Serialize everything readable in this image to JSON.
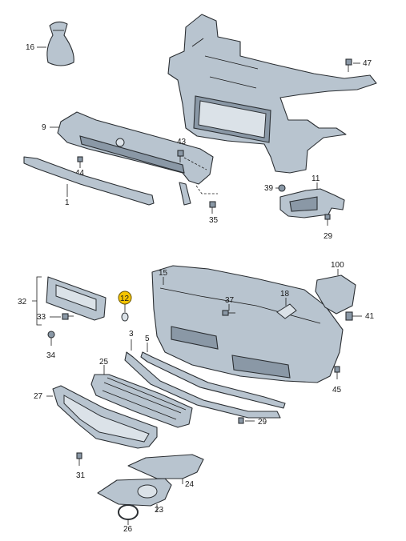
{
  "labels": {
    "p1": "1",
    "p3": "3",
    "p5": "5",
    "p9": "9",
    "p11": "11",
    "p12": "12",
    "p15": "15",
    "p16": "16",
    "p18": "18",
    "p23": "23",
    "p24": "24",
    "p25": "25",
    "p26": "26",
    "p27": "27",
    "p29a": "29",
    "p29b": "29",
    "p31": "31",
    "p32": "32",
    "p33": "33",
    "p34": "34",
    "p35": "35",
    "p37": "37",
    "p39": "39",
    "p41": "41",
    "p43": "43",
    "p44": "44",
    "p45": "45",
    "p47": "47",
    "p100": "100"
  },
  "colors": {
    "highlight": "#f5c400",
    "part_fill": "#b8c4cf",
    "outline": "#2b2f33"
  },
  "highlighted_part": "12"
}
